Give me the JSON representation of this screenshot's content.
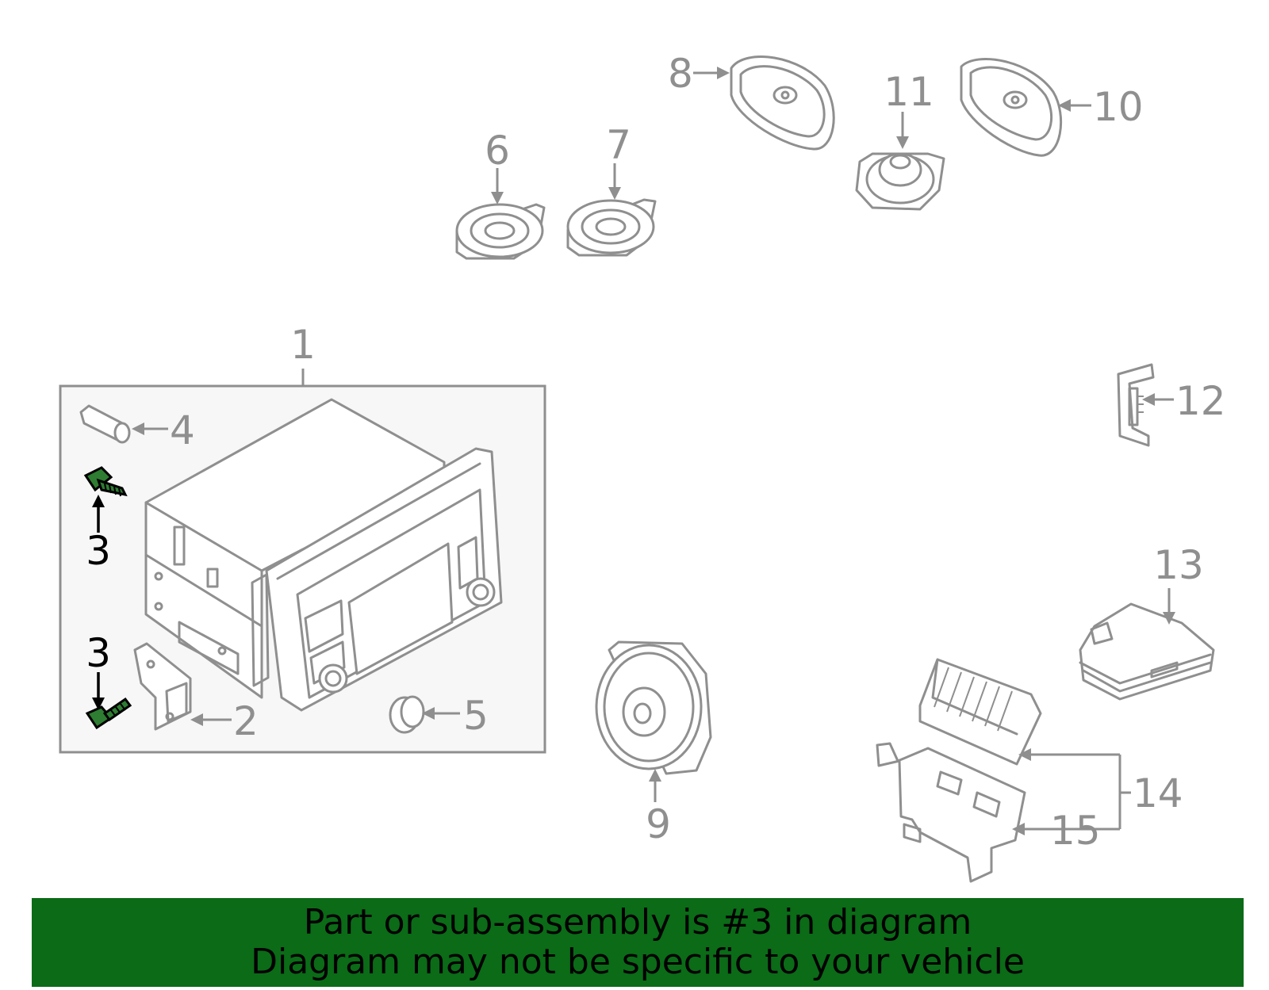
{
  "callouts": {
    "c1": "1",
    "c2": "2",
    "c3a": "3",
    "c3b": "3",
    "c4": "4",
    "c5": "5",
    "c6": "6",
    "c7": "7",
    "c8": "8",
    "c9": "9",
    "c10": "10",
    "c11": "11",
    "c12": "12",
    "c13": "13",
    "c14": "14",
    "c15": "15"
  },
  "highlight": {
    "part_number": "3",
    "color": "#2e7d32",
    "banner_color": "#0b6b17"
  },
  "banner": {
    "line1": "Part or sub-assembly is #3 in diagram",
    "line2": "Diagram may not be specific to your vehicle"
  }
}
